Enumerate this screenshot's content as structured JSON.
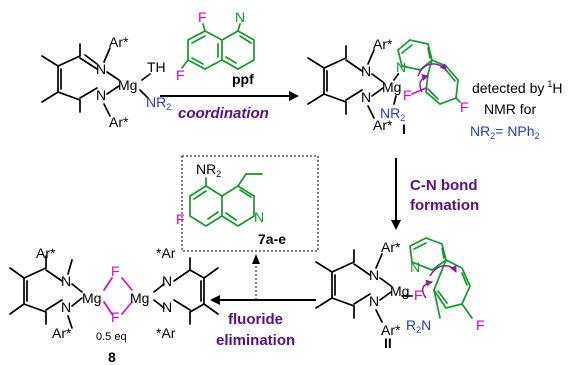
{
  "labels": {
    "ar_star": "Ar*",
    "star_ar": "*Ar",
    "n": "N",
    "mg": "Mg",
    "thf": "THF",
    "nr2": "NR",
    "nr2_sub": "2",
    "r2n": "R",
    "r2n_tail": "N",
    "f": "F",
    "n_pyr": "N"
  },
  "compounds": {
    "ppf": "ppf",
    "int1": "I",
    "int2": "II",
    "product": "7a-e",
    "dimer": "8",
    "eq": "0.5 eq"
  },
  "arrows": {
    "coordination": "coordination",
    "cn_line1": "C-N bond",
    "cn_line2": "formation",
    "fluoride_line1": "fluoride",
    "fluoride_line2": "elimination"
  },
  "notes": {
    "detected_line1": "detected by",
    "detected_sup": "1",
    "detected_h": "H",
    "detected_line2": "NMR for",
    "nr2_eq": "NR",
    "nr2_eq_sub": "2",
    "nr2_eq_tail": "= NPh",
    "nr2_eq_tail_sub": "2"
  },
  "colors": {
    "fluorine": "#e000c8",
    "amide": "#1f3bd8",
    "pyridine": "#119a2a",
    "arrow_label": "#56108a",
    "curly_arrow": "#8a1ba8"
  }
}
